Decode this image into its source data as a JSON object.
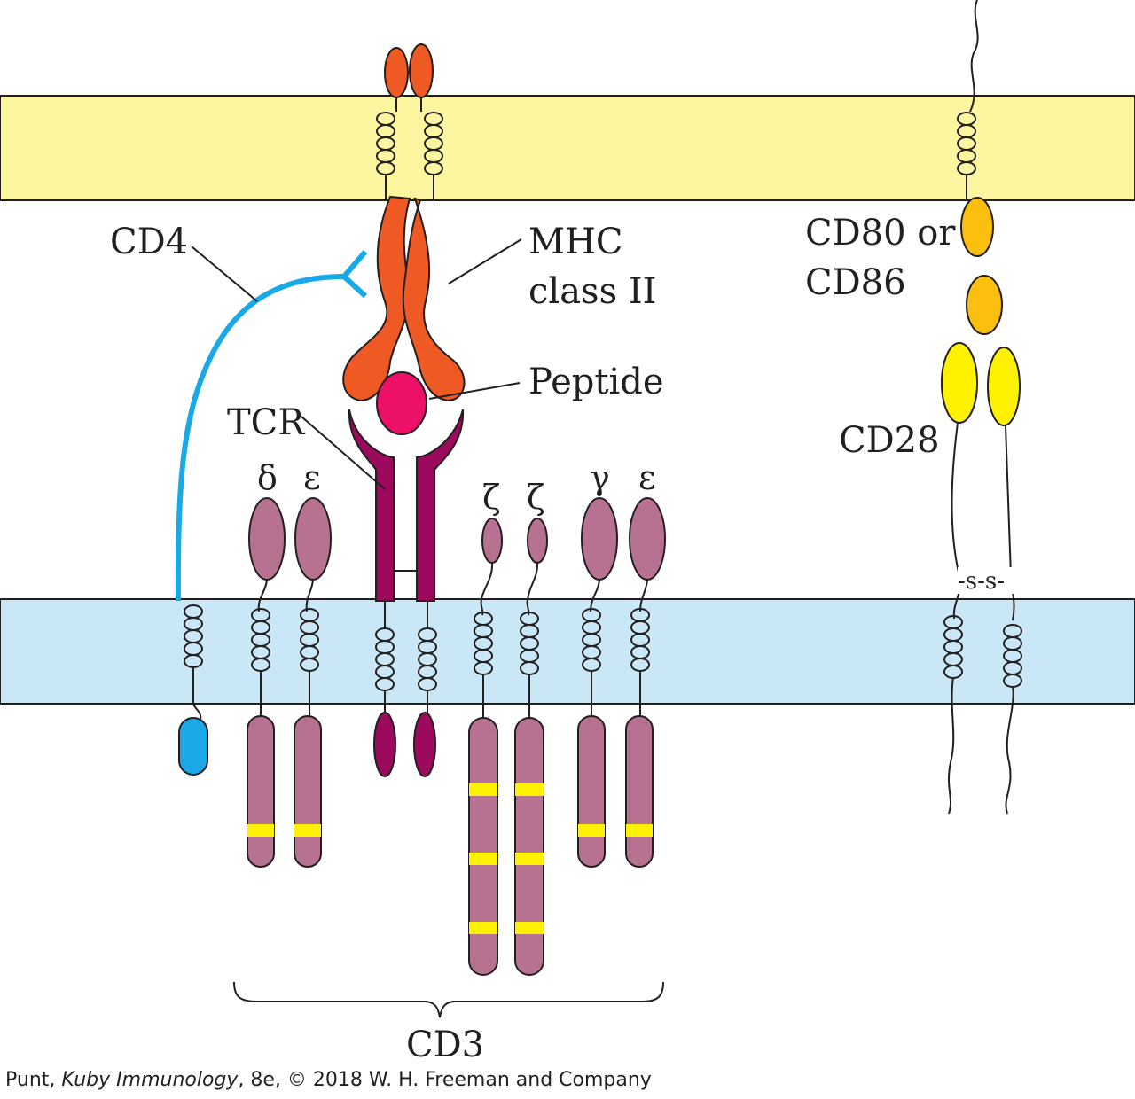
{
  "labels": {
    "cd4": "CD4",
    "mhc_line1": "MHC",
    "mhc_line2": "class II",
    "peptide": "Peptide",
    "tcr": "TCR",
    "cd80_line1": "CD80 or",
    "cd80_line2": "CD86",
    "cd28": "CD28",
    "disulfide": "-s-s-",
    "cd3": "CD3"
  },
  "cd3_chains": [
    "δ",
    "ε",
    "ζ",
    "ζ",
    "γ",
    "ε"
  ],
  "credit": {
    "author": "Punt, ",
    "book": "Kuby Immunology",
    "rest": ", 8e, © 2018 W. H. Freeman and Company"
  },
  "colors": {
    "apc_membrane": "#fdf6a0",
    "tcell_membrane": "#c9e7f7",
    "mhc": "#ef5a24",
    "peptide": "#ec1068",
    "tcr": "#9b0a5c",
    "cd3": "#b77292",
    "itam": "#fff200",
    "cd4": "#18a9e6",
    "cd80": "#fbbf10",
    "cd28": "#fff200"
  }
}
